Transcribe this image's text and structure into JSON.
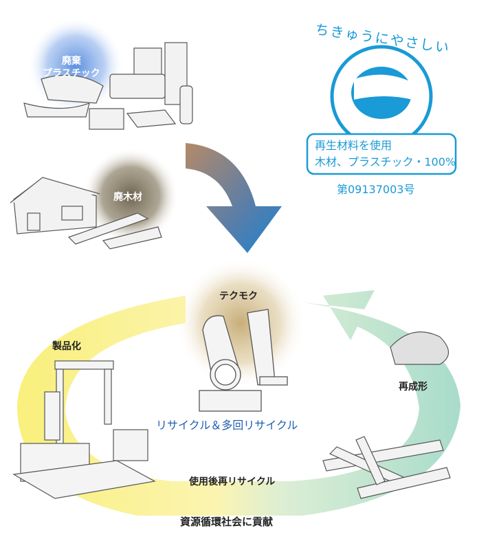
{
  "waste_plastic": {
    "line1": "廃棄",
    "line2": "プラスチック"
  },
  "waste_wood": "廃木材",
  "product": "テクモク",
  "productization": "製品化",
  "remolding": "再成形",
  "recycle_caption": "リサイクル＆多回リサイクル",
  "post_use_recycle": "使用後再リサイクル",
  "contribution": "資源循環社会に貢献",
  "eco_mark": {
    "arc_text": "ちきゅうにやさしい",
    "line1": "再生材料を使用",
    "line2": "木材、プラスチック・100%",
    "number": "第09137003号"
  },
  "colors": {
    "eco_blue": "#1a9ad6",
    "caption_blue": "#1f5fb0",
    "ring_yellow": "#f7ef7a",
    "ring_teal": "#a8dccb"
  }
}
